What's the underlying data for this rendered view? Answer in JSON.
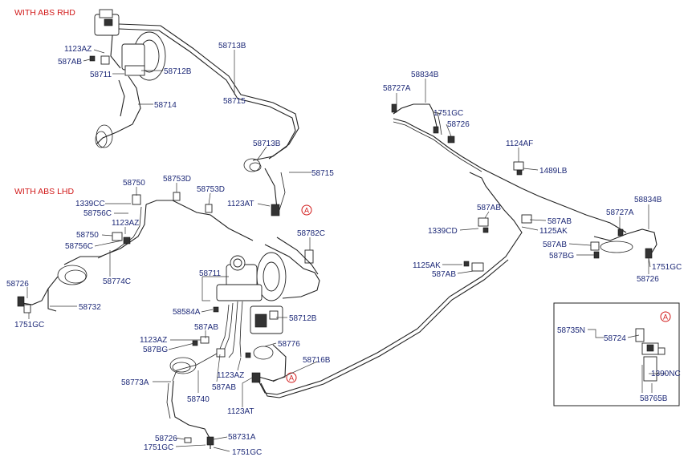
{
  "headers": {
    "rhd": "WITH ABS  RHD",
    "lhd": "WITH ABS  LHD"
  },
  "marker": "A",
  "labels": {
    "l1123AZ_a": "1123AZ",
    "l587AB_a": "587AB",
    "l58711_a": "58711",
    "l58712B_a": "58712B",
    "l58713B_a": "58713B",
    "l58715_a": "58715",
    "l58714": "58714",
    "l58713B_b": "58713B",
    "l58715_b": "58715",
    "l1123AT_a": "1123AT",
    "l58750_a": "58750",
    "l1339CC": "1339CC",
    "l58756C_a": "58756C",
    "l1123AZ_b": "1123AZ",
    "l58750_b": "58750",
    "l58756C_b": "58756C",
    "l58753D_a": "58753D",
    "l58753D_b": "58753D",
    "l58782C": "58782C",
    "l58774C": "58774C",
    "l58726_a": "58726",
    "l58732": "58732",
    "l1751GC_a": "1751GC",
    "l58711_b": "58711",
    "l58584A": "58584A",
    "l58712B_b": "58712B",
    "l587AB_b": "587AB",
    "l1123AZ_c": "1123AZ",
    "l587BG_a": "587BG",
    "l58776": "58776",
    "l58716B": "58716B",
    "l1123AZ_d": "1123AZ",
    "l58773A": "58773A",
    "l587AB_c": "587AB",
    "l58740": "58740",
    "l1123AT_b": "1123AT",
    "l58726_b": "58726",
    "l1751GC_b": "1751GC",
    "l58731A": "58731A",
    "l1751GC_c": "1751GC",
    "l58727A_a": "58727A",
    "l58834B_a": "58834B",
    "l1751GC_d": "1751GC",
    "l58726_c": "58726",
    "l1124AF": "1124AF",
    "l1489LB": "1489LB",
    "l587AB_d": "587AB",
    "l1339CD": "1339CD",
    "l587AB_e": "587AB",
    "l1125AK_a": "1125AK",
    "l1125AK_b": "1125AK",
    "l587AB_f": "587AB",
    "l587AB_g": "587AB",
    "l587BG_b": "587BG",
    "l58834B_b": "58834B",
    "l58727A_b": "58727A",
    "l1751GC_e": "1751GC",
    "l58726_d": "58726",
    "l58735N": "58735N",
    "l58724": "58724",
    "l1390NC": "1390NC",
    "l58765B": "58765B"
  },
  "colors": {
    "header": "#d11a1a",
    "label": "#1e2a78",
    "line": "#222222"
  }
}
